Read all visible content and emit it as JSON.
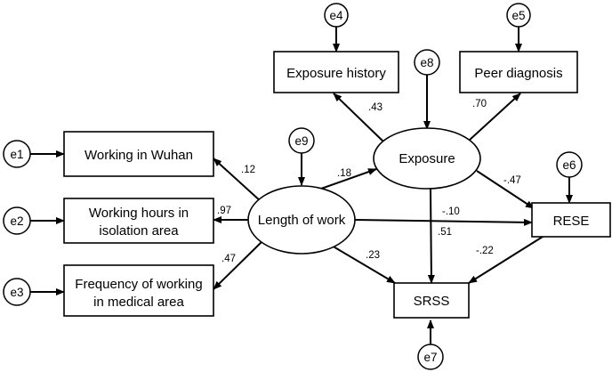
{
  "diagram": {
    "errors": {
      "e1": "e1",
      "e2": "e2",
      "e3": "e3",
      "e4": "e4",
      "e5": "e5",
      "e6": "e6",
      "e7": "e7",
      "e8": "e8",
      "e9": "e9"
    },
    "observed": {
      "working_in_wuhan": [
        "Working in Wuhan"
      ],
      "working_hours": [
        "Working hours in",
        "isolation area"
      ],
      "frequency": [
        "Frequency of working",
        "in medical area"
      ],
      "exposure_history": [
        "Exposure history"
      ],
      "peer_diagnosis": [
        "Peer diagnosis"
      ],
      "rese": [
        "RESE"
      ],
      "srss": [
        "SRSS"
      ]
    },
    "latent": {
      "length_of_work": "Length of work",
      "exposure": "Exposure"
    },
    "paths": {
      "length_to_wuhan": ".12",
      "length_to_hours": ".97",
      "length_to_frequency": ".47",
      "length_to_exposure": ".18",
      "length_to_rese": "-.10",
      "length_to_srss": ".23",
      "exposure_to_history": ".43",
      "exposure_to_peer": ".70",
      "exposure_to_rese": "-.47",
      "exposure_to_srss": ".51",
      "rese_to_srss": "-.22"
    }
  }
}
